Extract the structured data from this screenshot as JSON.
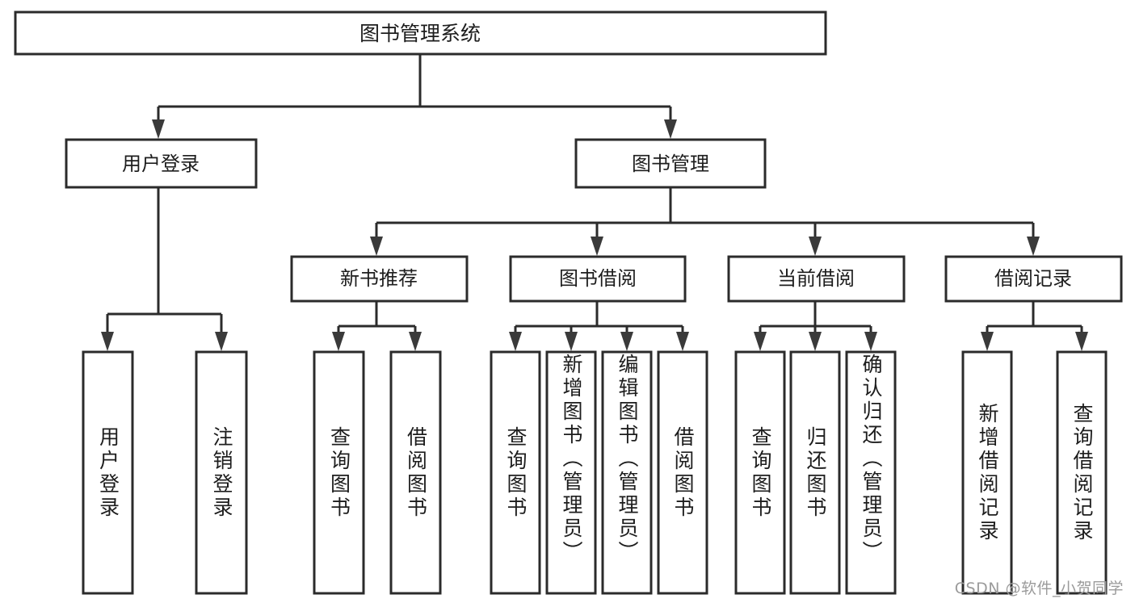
{
  "diagram": {
    "type": "tree-hierarchy",
    "title": "图书管理系统",
    "orientation": "top-down",
    "colors": {
      "box_fill": "#ffffff",
      "box_stroke": "#2b2b2b",
      "line": "#2b2b2b",
      "text": "#1d1d1d",
      "background": "#ffffff",
      "watermark": "#9b9b9b"
    },
    "levels": {
      "root": {
        "label": "图书管理系统"
      },
      "level2": [
        {
          "id": "user-login",
          "label": "用户登录"
        },
        {
          "id": "book-management",
          "label": "图书管理"
        }
      ],
      "level3": [
        {
          "id": "new-book-recommend",
          "label": "新书推荐",
          "parent": "book-management"
        },
        {
          "id": "book-borrow",
          "label": "图书借阅",
          "parent": "book-management"
        },
        {
          "id": "current-borrow",
          "label": "当前借阅",
          "parent": "book-management"
        },
        {
          "id": "borrow-record",
          "label": "借阅记录",
          "parent": "book-management"
        }
      ],
      "leaves": [
        {
          "id": "leaf-user-login",
          "label": "用户登录",
          "parent": "user-login"
        },
        {
          "id": "leaf-logout-login",
          "label": "注销登录",
          "parent": "user-login"
        },
        {
          "id": "leaf-query-book-1",
          "label": "查询图书",
          "parent": "new-book-recommend"
        },
        {
          "id": "leaf-borrow-book-1",
          "label": "借阅图书",
          "parent": "new-book-recommend"
        },
        {
          "id": "leaf-query-book-2",
          "label": "查询图书",
          "parent": "book-borrow"
        },
        {
          "id": "leaf-add-book",
          "label": "新增图书（管理员）",
          "parent": "book-borrow"
        },
        {
          "id": "leaf-edit-book",
          "label": "编辑图书（管理员）",
          "parent": "book-borrow"
        },
        {
          "id": "leaf-borrow-book-2",
          "label": "借阅图书",
          "parent": "book-borrow"
        },
        {
          "id": "leaf-query-book-3",
          "label": "查询图书",
          "parent": "current-borrow"
        },
        {
          "id": "leaf-return-book",
          "label": "归还图书",
          "parent": "current-borrow"
        },
        {
          "id": "leaf-confirm-return",
          "label": "确认归还（管理员）",
          "parent": "current-borrow"
        },
        {
          "id": "leaf-add-record",
          "label": "新增借阅记录",
          "parent": "borrow-record"
        },
        {
          "id": "leaf-query-record",
          "label": "查询借阅记录",
          "parent": "borrow-record"
        }
      ]
    }
  },
  "watermark": {
    "text": "CSDN @软件_小贺同学"
  }
}
